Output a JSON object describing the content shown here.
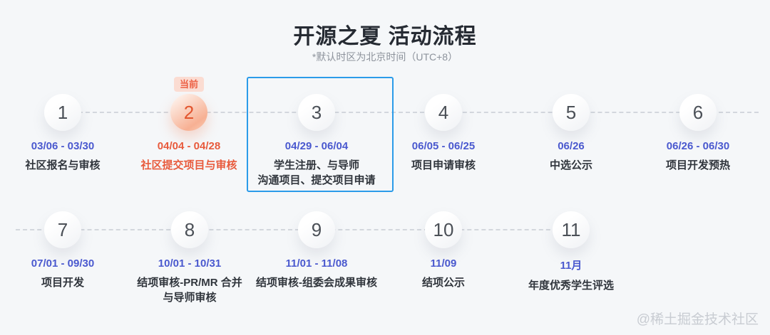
{
  "header": {
    "title": "开源之夏 活动流程",
    "subtitle": "*默认时区为北京时间（UTC+8）"
  },
  "badge": {
    "current_label": "当前"
  },
  "steps": [
    {
      "number": "1",
      "date": "03/06 - 03/30",
      "label": "社区报名与审核",
      "status": "normal"
    },
    {
      "number": "2",
      "date": "04/04 - 04/28",
      "label": "社区提交项目与审核",
      "status": "current"
    },
    {
      "number": "3",
      "date": "04/29 - 06/04",
      "label": "学生注册、与导师\n沟通项目、提交项目申请",
      "status": "highlighted"
    },
    {
      "number": "4",
      "date": "06/05 - 06/25",
      "label": "项目申请审核",
      "status": "normal"
    },
    {
      "number": "5",
      "date": "06/26",
      "label": "中选公示",
      "status": "normal"
    },
    {
      "number": "6",
      "date": "06/26 - 06/30",
      "label": "项目开发预热",
      "status": "normal"
    },
    {
      "number": "7",
      "date": "07/01 - 09/30",
      "label": "项目开发",
      "status": "normal"
    },
    {
      "number": "8",
      "date": "10/01 - 10/31",
      "label": "结项审核-PR/MR 合并\n与导师审核",
      "status": "normal"
    },
    {
      "number": "9",
      "date": "11/01 - 11/08",
      "label": "结项审核-组委会成果审核",
      "status": "normal"
    },
    {
      "number": "10",
      "date": "11/09",
      "label": "结项公示",
      "status": "normal"
    },
    {
      "number": "11",
      "date": "11月",
      "label": "年度优秀学生评选",
      "status": "normal"
    }
  ],
  "watermark": "@稀土掘金技术社区",
  "colors": {
    "background": "#f5f7f9",
    "highlight_border_blue": "#2b9be9",
    "date_blue": "#4a59cf",
    "label_dark": "#30353c",
    "current_orange": "#e85a3c",
    "badge_background": "#fbdcd2",
    "connector_gray": "#d3d7dd",
    "watermark_gray": "#c8ccd2"
  }
}
